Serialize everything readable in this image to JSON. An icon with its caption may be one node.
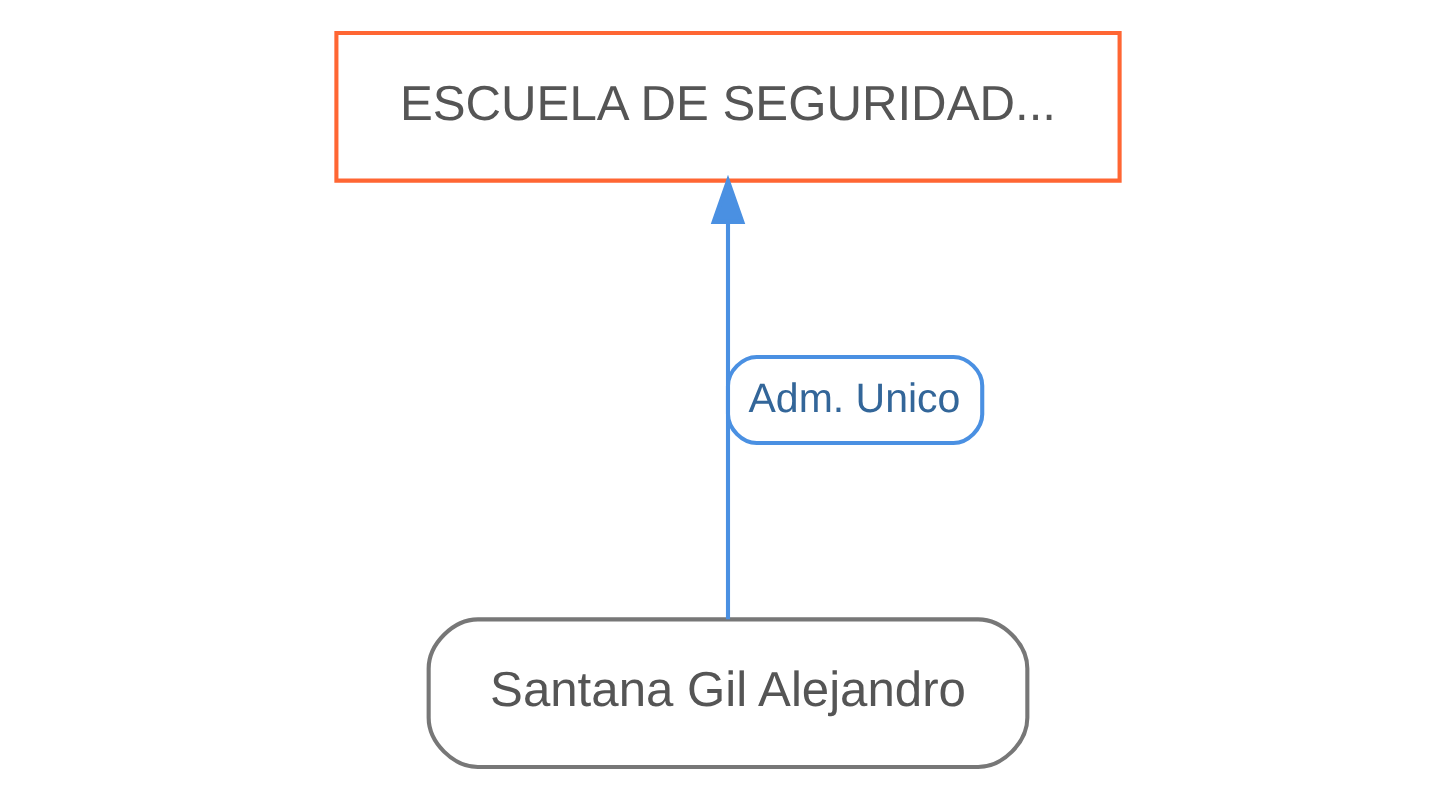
{
  "diagram": {
    "nodes": [
      {
        "text": [
          "ESCUELA DE SEGURIDAD..."
        ]
      },
      {
        "text": [
          "Santana Gil Alejandro"
        ]
      }
    ],
    "edges": [
      {
        "from": 1,
        "to": 0,
        "arrow": "to",
        "label": "Adm. Unico"
      }
    ]
  }
}
